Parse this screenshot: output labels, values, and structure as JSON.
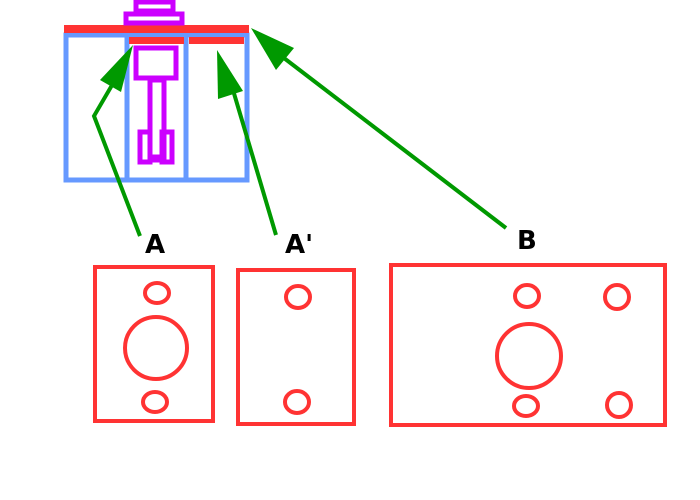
{
  "labels": {
    "a": "A",
    "a_prime": "A'",
    "b": "B"
  },
  "colors": {
    "plate": "#ff3333",
    "frame": "#6699ff",
    "piston": "#cc00ff",
    "arrow": "#009900"
  }
}
